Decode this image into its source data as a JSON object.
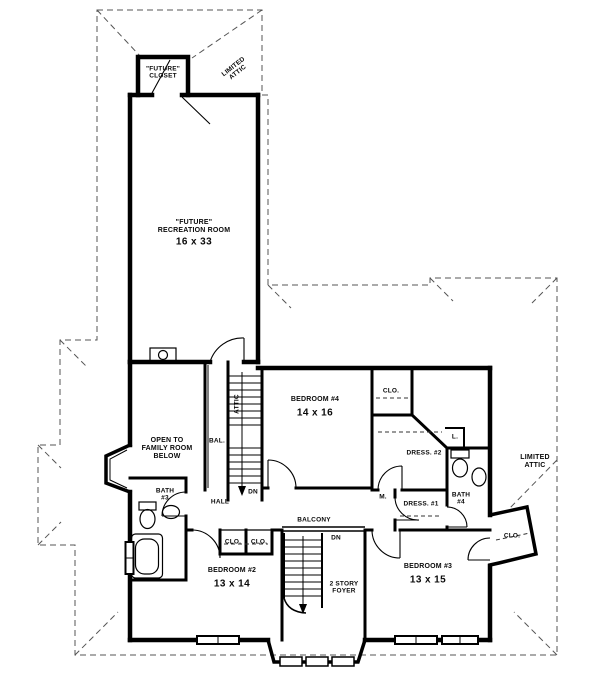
{
  "drawing": {
    "type": "second-floor-plan",
    "background_color": "#ffffff",
    "wall_color": "#000000",
    "roof_dash_color": "#555555"
  },
  "labels": {
    "future_closet": "\"FUTURE\"\nCLOSET",
    "limited_attic_top": "LIMITED\nATTIC",
    "recreation_name": "\"FUTURE\"\nRECREATION ROOM",
    "recreation_size": "16 x 33",
    "open_family": "OPEN TO\nFAMILY ROOM\nBELOW",
    "bal": "BAL.",
    "attic_stair": "ATTIC",
    "bedroom4_name": "BEDROOM #4",
    "bedroom4_size": "14 x 16",
    "clo_bed4": "CLO.",
    "dress2": "DRESS. #2",
    "linen": "L.",
    "limited_attic_right": "LIMITED\nATTIC",
    "bath3": "BATH\n#3",
    "hall": "HALL",
    "dn_hall": "DN",
    "balcony": "BALCONY",
    "m": "M.",
    "dress1": "DRESS. #1",
    "bath4": "BATH\n#4",
    "clo_bump": "CLO.",
    "clo_hall_1": "CLO.",
    "clo_hall_2": "CLO.",
    "bedroom2_name": "BEDROOM #2",
    "bedroom2_size": "13 x 14",
    "foyer": "2 STORY\nFOYER",
    "bedroom3_name": "BEDROOM #3",
    "bedroom3_size": "13 x 15",
    "dn_foyer": "DN"
  }
}
